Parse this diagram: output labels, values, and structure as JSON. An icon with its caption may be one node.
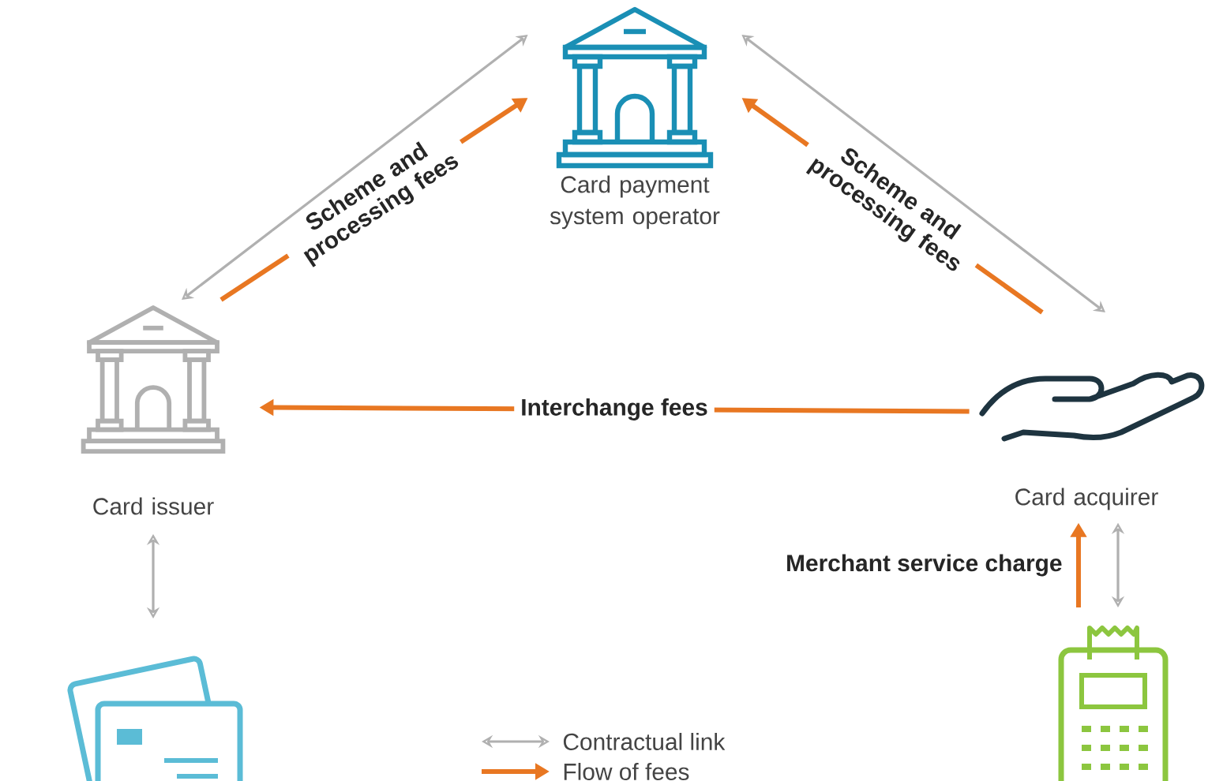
{
  "diagram": {
    "nodes": [
      {
        "text": [
          "Card payment system operator"
        ]
      },
      {
        "text": [
          "Card issuer"
        ]
      },
      {
        "text": [
          "Card acquirer"
        ]
      },
      {
        "text": [],
        "shape": "picture"
      },
      {
        "text": [],
        "shape": "picture"
      }
    ],
    "edges": [
      {
        "from": 1,
        "to": 0,
        "arrow": "both"
      },
      {
        "from": 1,
        "to": 0,
        "arrow": "to",
        "label": "Scheme and processing fees",
        "color": "#e87722"
      },
      {
        "from": 0,
        "to": 2,
        "arrow": "both"
      },
      {
        "from": 2,
        "to": 0,
        "arrow": "to",
        "label": "Scheme and processing fees",
        "color": "#e87722"
      },
      {
        "from": 2,
        "to": 1,
        "arrow": "to",
        "label": "Interchange fees",
        "color": "#e87722"
      },
      {
        "from": 1,
        "to": 3,
        "arrow": "both"
      },
      {
        "from": 4,
        "to": 2,
        "arrow": "to",
        "label": "Merchant service charge",
        "color": "#e87722"
      },
      {
        "from": 4,
        "to": 2,
        "arrow": "both"
      }
    ],
    "legend": [
      {
        "text": "Contractual link"
      },
      {
        "text": "Flow of fees"
      }
    ]
  }
}
